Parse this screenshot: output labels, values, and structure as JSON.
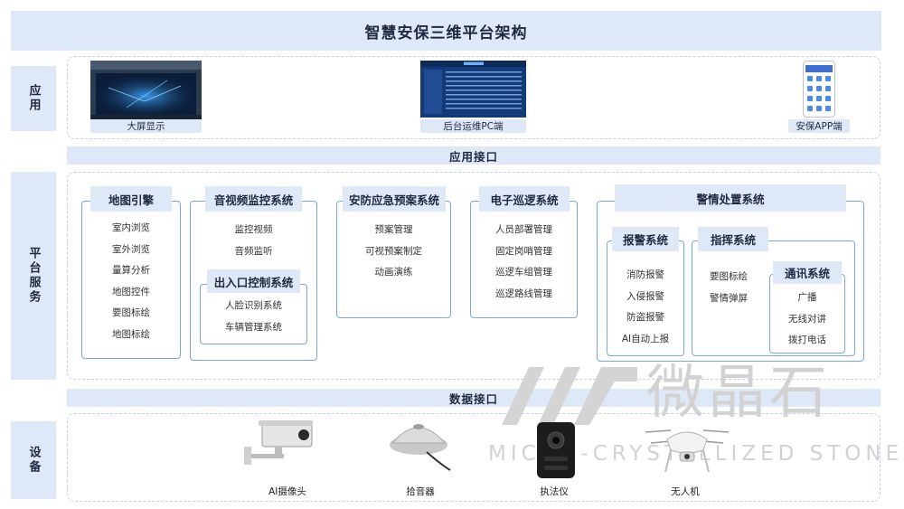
{
  "title": "智慧安保三维平台架构",
  "layers": {
    "app": "应用",
    "platform": "平台服务",
    "device": "设备"
  },
  "interfaces": {
    "app_interface": "应用接口",
    "data_interface": "数据接口"
  },
  "apps": [
    {
      "label": "大屏显示",
      "icon": "video-wall-screen"
    },
    {
      "label": "后台运维PC端",
      "icon": "pc-dashboard-screen"
    },
    {
      "label": "安保APP端",
      "icon": "mobile-app-screen"
    }
  ],
  "modules": {
    "map_engine": {
      "title": "地图引擎",
      "items": [
        "室内浏览",
        "室外浏览",
        "量算分析",
        "地图控件",
        "要图标绘",
        "地图标绘"
      ]
    },
    "av_monitor": {
      "title": "音视频监控系统",
      "items": [
        "监控视频",
        "音频监听"
      ]
    },
    "access_control": {
      "title": "出入口控制系统",
      "items": [
        "人脸识别系统",
        "车辆管理系统"
      ]
    },
    "emergency_plan": {
      "title": "安防应急预案系统",
      "items": [
        "预案管理",
        "可视预案制定",
        "动画演练"
      ]
    },
    "patrol": {
      "title": "电子巡逻系统",
      "items": [
        "人员部署管理",
        "固定岗哨管理",
        "巡逻车组管理",
        "巡逻路线管理"
      ]
    },
    "alert_handling": {
      "title": "警情处置系统"
    },
    "alarm": {
      "title": "报警系统",
      "items": [
        "消防报警",
        "入侵报警",
        "防盗报警",
        "AI自动上报"
      ]
    },
    "command": {
      "title": "指挥系统",
      "items": [
        "要图标绘",
        "警情弹屏"
      ]
    },
    "comms": {
      "title": "通讯系统",
      "items": [
        "广播",
        "无线对讲",
        "拨打电话"
      ]
    }
  },
  "devices": [
    {
      "label": "AI摄像头",
      "icon": "security-camera"
    },
    {
      "label": "拾音器",
      "icon": "pickup-microphone"
    },
    {
      "label": "执法仪",
      "icon": "body-camera"
    },
    {
      "label": "无人机",
      "icon": "drone"
    }
  ],
  "watermark": {
    "cn": "微晶石",
    "en": "MICRO-CRYSTALLIZED STONE"
  }
}
